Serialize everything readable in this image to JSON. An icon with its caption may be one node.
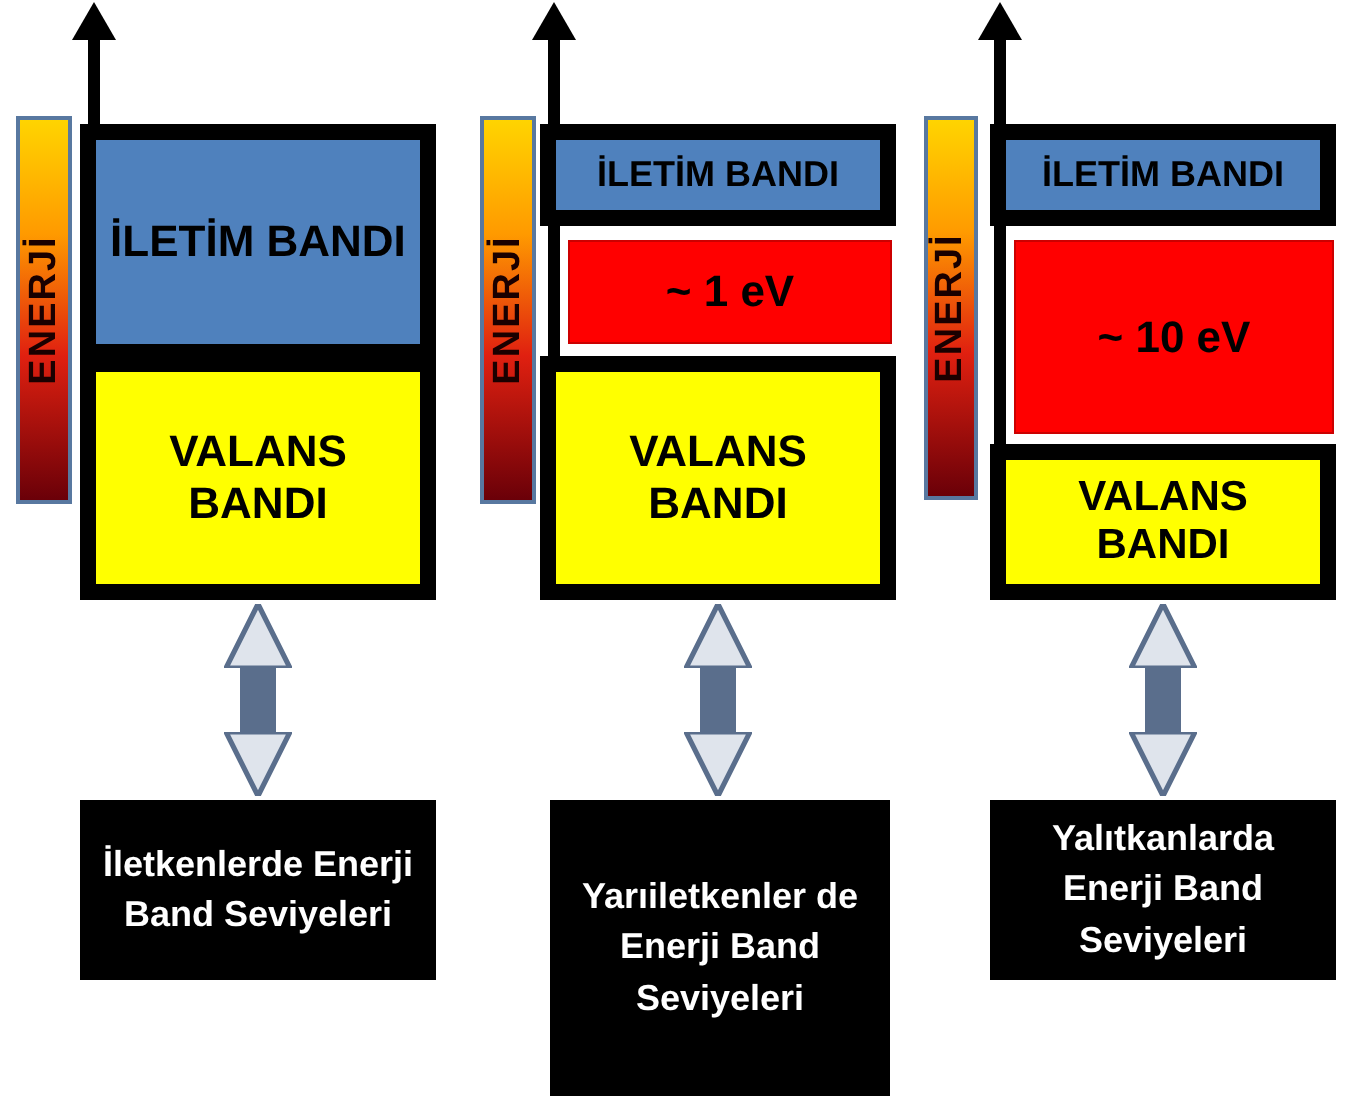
{
  "diagram": {
    "nodes": [
      {
        "text": [
          "ENERJİ"
        ]
      },
      {
        "text": [
          "İLETİM BANDI"
        ]
      },
      {
        "text": [
          "VALANS BANDI"
        ]
      },
      {
        "text": [
          "ENERJİ"
        ]
      },
      {
        "text": [
          "İLETİM BANDI"
        ]
      },
      {
        "text": [
          "~ 1 eV"
        ]
      },
      {
        "text": [
          "VALANS BANDI"
        ]
      },
      {
        "text": [
          "ENERJİ"
        ]
      },
      {
        "text": [
          "İLETİM BANDI"
        ]
      },
      {
        "text": [
          "~ 10 eV"
        ]
      },
      {
        "text": [
          "VALANS BANDI"
        ]
      },
      {
        "text": [
          "İletkenlerde Enerji Band Seviyeleri"
        ]
      },
      {
        "text": [
          "Yarıiletkenler de Enerji Band Seviyeleri"
        ]
      },
      {
        "text": [
          "Yalıtkanlarda Enerji Band Seviyeleri"
        ]
      }
    ],
    "edges": [
      {
        "from": 2,
        "to": 11,
        "arrow": "both"
      },
      {
        "from": 6,
        "to": 12,
        "arrow": "both"
      },
      {
        "from": 10,
        "to": 13,
        "arrow": "both"
      }
    ]
  }
}
